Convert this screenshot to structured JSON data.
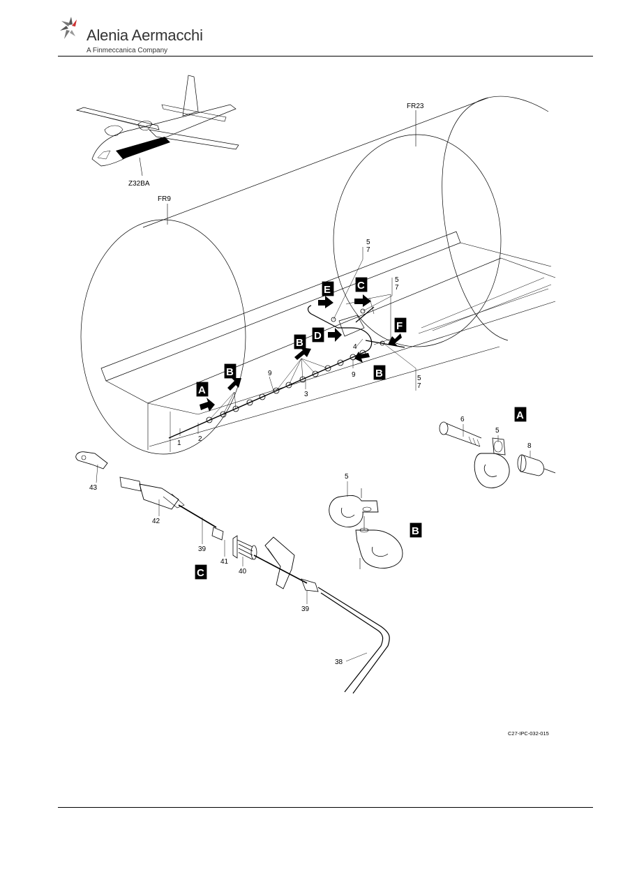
{
  "header": {
    "company_name": "Alenia Aermacchi",
    "company_subtitle": "A Finmeccanica Company"
  },
  "figure": {
    "reference": "C27-IPC-032-015",
    "zone_label": "Z32BA",
    "frame_labels": [
      "FR9",
      "FR23"
    ],
    "view_flags": [
      "A",
      "B",
      "C",
      "D",
      "E",
      "F"
    ],
    "item_numbers": [
      "1",
      "2",
      "3",
      "4",
      "5",
      "6",
      "7",
      "8",
      "9",
      "38",
      "39",
      "40",
      "41",
      "42",
      "43"
    ]
  }
}
